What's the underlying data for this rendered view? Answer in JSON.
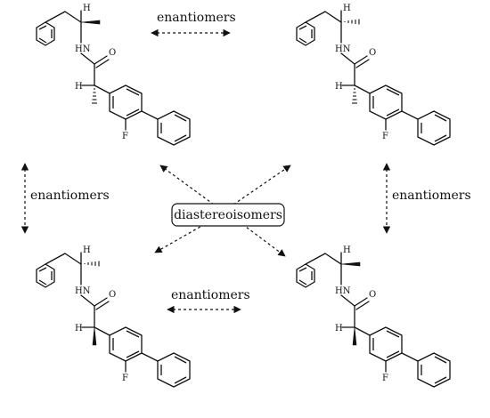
{
  "annotations": {
    "enantiomers_label": "enantiomers",
    "diastereoisomers_label": "diastereoisomers"
  },
  "atom_labels": {
    "hydrogen": "H",
    "nitrogen_hydrogen": "HN",
    "oxygen": "O",
    "fluorine": "F"
  },
  "molecules": [
    {
      "id": "top-left",
      "upper_center": "wedge-methyl",
      "lower_center": "hash-methyl"
    },
    {
      "id": "top-right",
      "upper_center": "hash-methyl",
      "lower_center": "hash-methyl"
    },
    {
      "id": "bottom-left",
      "upper_center": "hash-methyl",
      "lower_center": "wedge-methyl"
    },
    {
      "id": "bottom-right",
      "upper_center": "wedge-methyl",
      "lower_center": "wedge-methyl"
    }
  ]
}
